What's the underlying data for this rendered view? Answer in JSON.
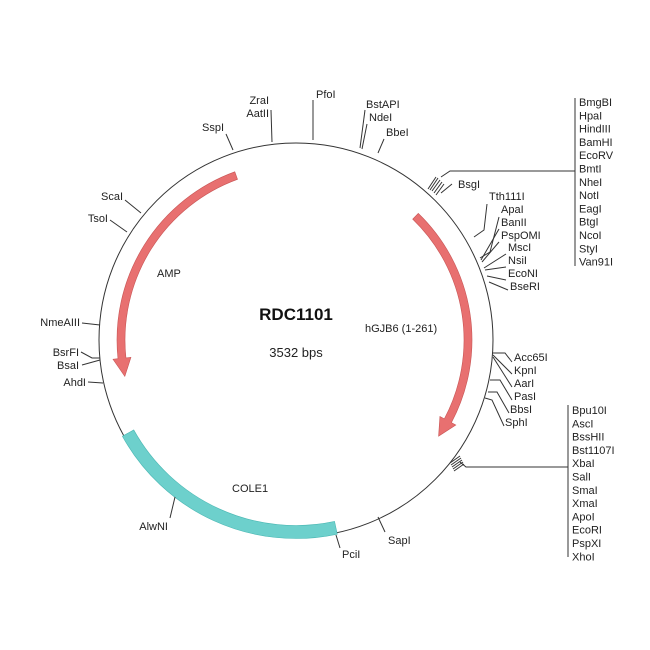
{
  "plasmid": {
    "name": "RDC1101",
    "size": "3532 bps"
  },
  "features": {
    "amp": {
      "label": "AMP",
      "color": "#e87070"
    },
    "hgjb6": {
      "label": "hGJB6 (1-261)",
      "color": "#e87070"
    },
    "cole1": {
      "label": "COLE1",
      "color": "#6dd0cc"
    }
  },
  "sites": {
    "zrai": "ZraI",
    "aatii": "AatII",
    "pfoi": "PfoI",
    "sspi": "SspI",
    "bstapi": "BstAPI",
    "ndei": "NdeI",
    "bbei": "BbeI",
    "bsgi": "BsgI",
    "tth111i": "Tth111I",
    "apai": "ApaI",
    "banii": "BanII",
    "psp0mi": "PspOMI",
    "msci": "MscI",
    "nsii": "NsiI",
    "econi": "EcoNI",
    "bseri": "BseRI",
    "acc65i": "Acc65I",
    "kpni": "KpnI",
    "aari": "AarI",
    "pasi": "PasI",
    "bbsi": "BbsI",
    "sphi": "SphI",
    "sapi": "SapI",
    "pcii": "PciI",
    "alwni": "AlwNI",
    "ahdi": "AhdI",
    "bsrfi": "BsrFI",
    "bsai": "BsaI",
    "nmeaiii": "NmeAIII",
    "tsoi": "TsoI",
    "scai": "ScaI"
  },
  "mcs_list_1": [
    "BmgBI",
    "HpaI",
    "HindIII",
    "BamHI",
    "EcoRV",
    "BmtI",
    "NheI",
    "NotI",
    "EagI",
    "BtgI",
    "NcoI",
    "StyI",
    "Van91I"
  ],
  "mcs_list_2": [
    "Bpu10I",
    "AscI",
    "BssHII",
    "Bst1107I",
    "XbaI",
    "SalI",
    "SmaI",
    "XmaI",
    "ApoI",
    "EcoRI",
    "PspXI",
    "XhoI"
  ]
}
